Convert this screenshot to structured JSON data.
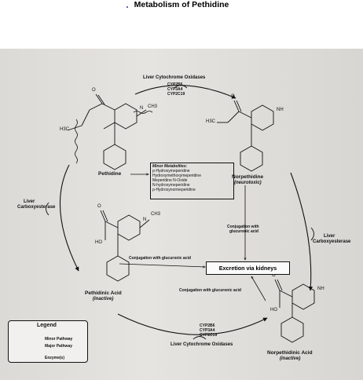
{
  "figure": {
    "title": "Metabolism of Pethidine",
    "enzymes_top_label": "Liver Cytochrome Oxidases",
    "enzymes_top": [
      "CYP2B6",
      "CYP3A4",
      "CYP2C19"
    ],
    "enzymes_bottom": [
      "CYP2B6",
      "CYP3A4",
      "CYP2C19"
    ],
    "enzymes_bottom_label": "Liver Cytochrome Oxidases",
    "liver_carboxyesterase_left": [
      "Liver",
      "Carboxyesterase"
    ],
    "liver_carboxyesterase_right": [
      "Liver",
      "Carboxyesterase"
    ],
    "compounds": {
      "pethidine": "Pethidine",
      "norpethidine": "Norpethidine",
      "norpethidine_note": "(neurotoxic)",
      "pethidinic_acid": "Pethidinic Acid",
      "pethidinic_acid_note": "(inactive)",
      "norpethidinic_acid": "Norpethidinic Acid",
      "norpethidinic_acid_note": "(inactive)"
    },
    "atoms": {
      "ch3": "CH3",
      "h3c": "H3C",
      "ho": "HO",
      "nh": "NH",
      "n": "N",
      "o": "O"
    },
    "minor_metabolites": {
      "title": "Minor Metabolites:",
      "items": [
        "p-Hydroxymeperidine",
        "Hydroxymethoxymeperidine",
        "Meperidine N-Oxide",
        "N-hydroxymeperidine",
        "p-Hydroxynormeperidine"
      ]
    },
    "conjugation_glucuronic": "Conjugation with glucuronic acid",
    "conjugation_glucuronic_split": [
      "Conjugation with",
      "glucuronic acid"
    ],
    "conjugation_bottom": "Conjugation with glucuronic acid",
    "excretion": "Excretion via kidneys",
    "legend": {
      "title": "Legend",
      "minor": "Minor Pathway",
      "major": "Major Pathway",
      "enzymes": "Enzyme(s)"
    }
  }
}
